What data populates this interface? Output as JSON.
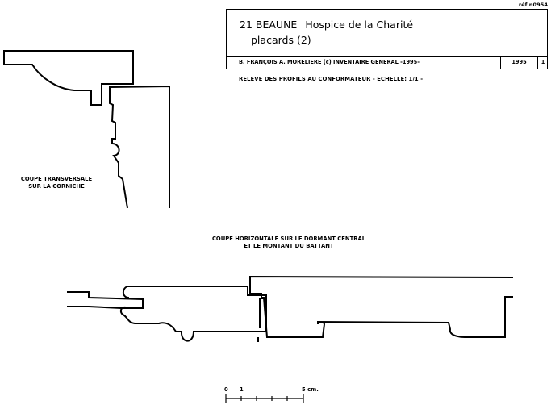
{
  "reference": "réf.n0954",
  "cartouche": {
    "department": "21",
    "town": "BEAUNE",
    "building": "Hospice de la Charité",
    "object": "placards (2)",
    "authors": "B. FRANÇOIS A. MORELIERE (c) INVENTAIRE GENERAL -1995-",
    "year": "1995",
    "sheet": "1"
  },
  "subtitle": "RELEVE DES PROFILS AU CONFORMATEUR - ECHELLE: 1/1 -",
  "captions": {
    "cornice": "COUPE TRANSVERSALE\nSUR LA CORNICHE",
    "horizontal": "COUPE HORIZONTALE SUR LE DORMANT CENTRAL\nET LE MONTANT DU BATTANT"
  },
  "scale_bar": {
    "labels": [
      "0",
      "1",
      "5 cm."
    ]
  }
}
